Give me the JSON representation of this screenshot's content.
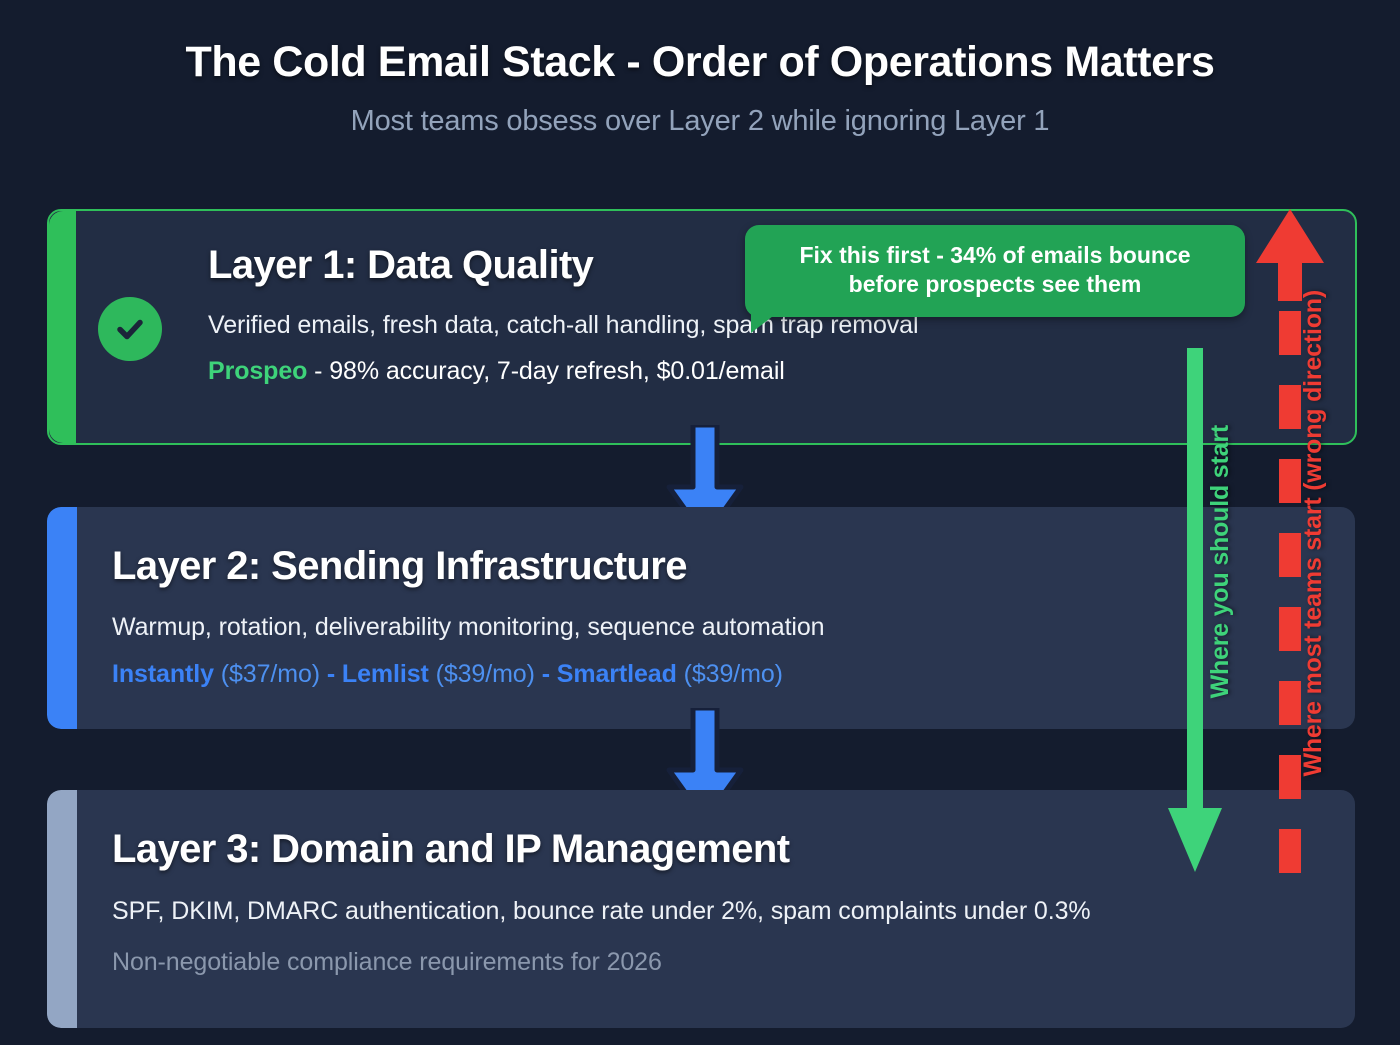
{
  "header": {
    "title": "The Cold Email Stack - Order of Operations Matters",
    "subtitle": "Most teams obsess over Layer 2 while ignoring Layer 1"
  },
  "callout": {
    "text": "Fix this first - 34% of emails bounce before prospects see them",
    "color": "#22a355"
  },
  "layers": [
    {
      "title": "Layer 1: Data Quality",
      "description": "Verified emails, fresh data, catch-all handling, spam trap removal",
      "tool_name": "Prospeo",
      "tool_detail": " - 98% accuracy, 7-day refresh, $0.01/email",
      "accent_color": "#2fbf5a",
      "status_icon": "check-circle-icon"
    },
    {
      "title": "Layer 2: Sending Infrastructure",
      "description": "Warmup, rotation, deliverability monitoring, sequence automation",
      "tools_line": [
        {
          "name": "Instantly",
          "price": " ($37/mo)"
        },
        {
          "separator": " - "
        },
        {
          "name": "Lemlist",
          "price": " ($39/mo)"
        },
        {
          "separator": " - "
        },
        {
          "name": "Smartlead",
          "price": " ($39/mo)"
        }
      ],
      "accent_color": "#3b82f6"
    },
    {
      "title": "Layer 3: Domain and IP Management",
      "description": "SPF, DKIM, DMARC authentication, bounce rate under 2%, spam complaints under 0.3%",
      "note": "Non-negotiable compliance requirements for 2026",
      "accent_color": "#93a6c4"
    }
  ],
  "annotations": {
    "green_label": "Where you should start",
    "green_color": "#3ed37a",
    "red_label": "Where most teams start (wrong direction)",
    "red_color": "#ef3b33"
  },
  "tool_colors": {
    "layer1_tool": "#3ed37a",
    "layer2_tool": "#3b82f6"
  },
  "background_color": "#141c2e"
}
